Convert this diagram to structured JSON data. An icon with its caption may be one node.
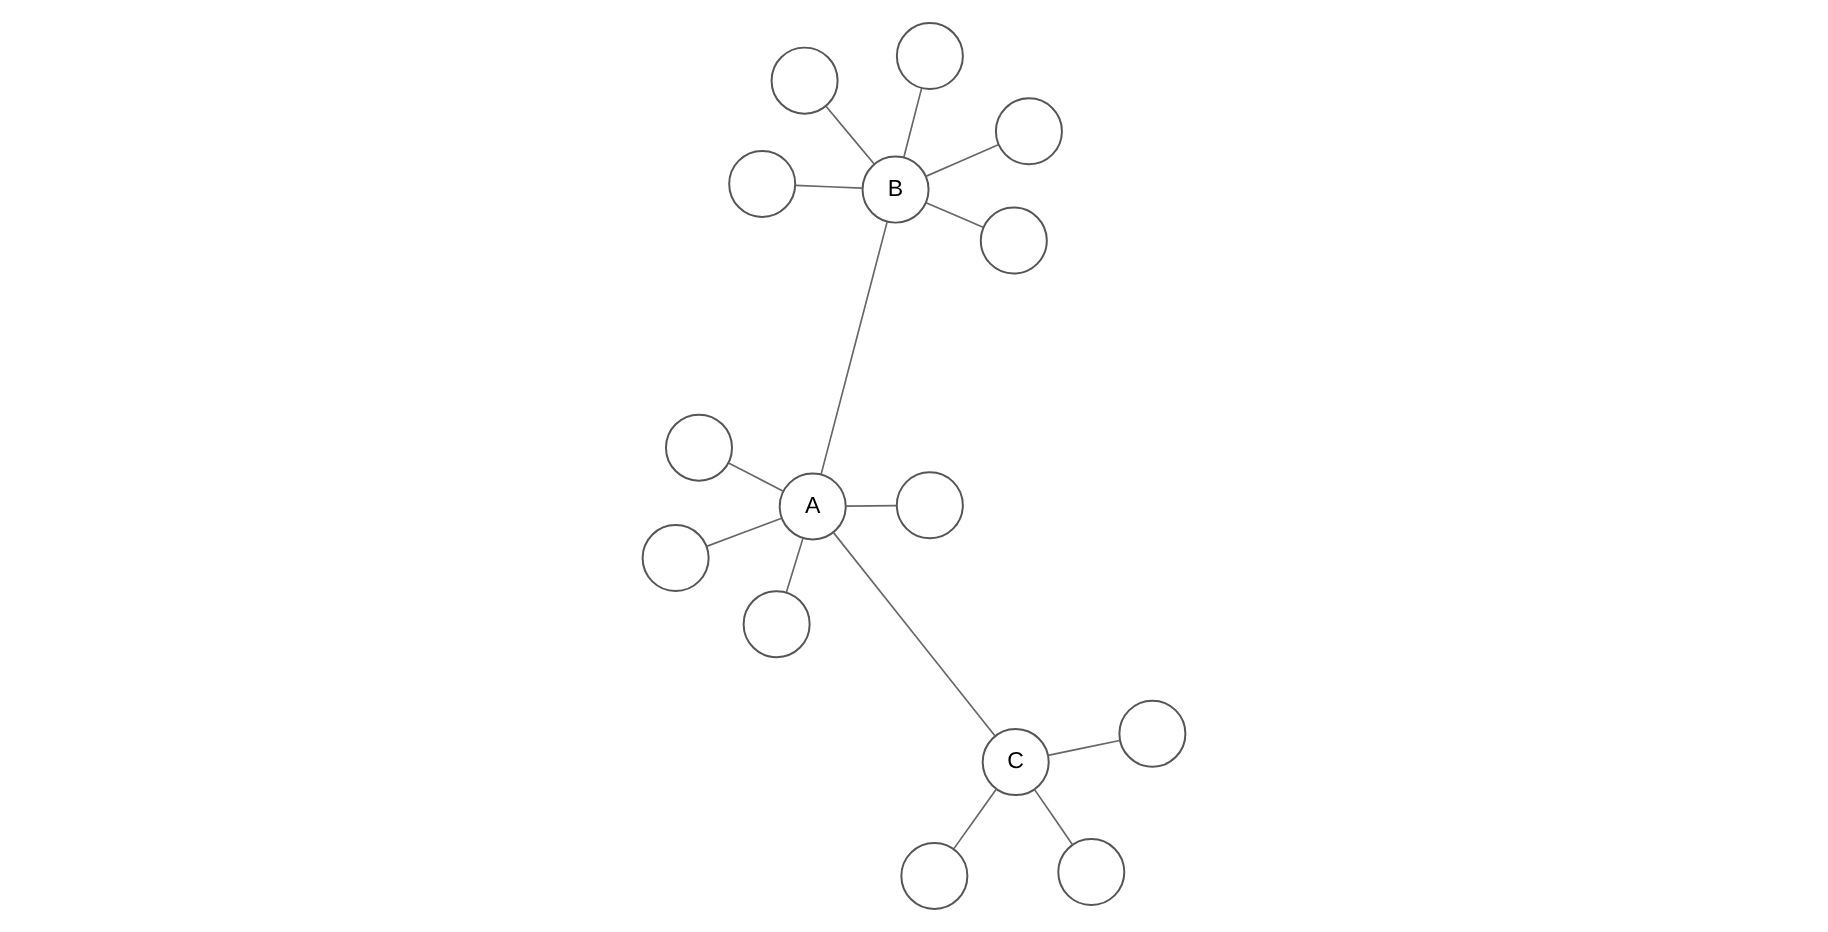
{
  "diagram": {
    "nodes": [
      {
        "text": [
          "A"
        ]
      },
      {
        "text": [
          "B"
        ]
      },
      {
        "text": [
          "C"
        ]
      },
      {
        "text": [],
        "shape": "circle"
      },
      {
        "text": [],
        "shape": "circle"
      },
      {
        "text": [],
        "shape": "circle"
      },
      {
        "text": [],
        "shape": "circle"
      },
      {
        "text": [],
        "shape": "circle"
      },
      {
        "text": [],
        "shape": "circle"
      },
      {
        "text": [],
        "shape": "circle"
      },
      {
        "text": [],
        "shape": "circle"
      },
      {
        "text": [],
        "shape": "circle"
      },
      {
        "text": [],
        "shape": "circle"
      },
      {
        "text": [],
        "shape": "circle"
      },
      {
        "text": [],
        "shape": "circle"
      }
    ],
    "edges": [
      {
        "from": 0,
        "to": 1,
        "arrow": "none"
      },
      {
        "from": 0,
        "to": 2,
        "arrow": "none"
      },
      {
        "from": 0,
        "to": 5,
        "arrow": "none"
      },
      {
        "from": 0,
        "to": 6,
        "arrow": "none"
      },
      {
        "from": 0,
        "to": 8,
        "arrow": "none"
      },
      {
        "from": 0,
        "to": 9,
        "arrow": "none"
      },
      {
        "from": 1,
        "to": 10,
        "arrow": "none"
      },
      {
        "from": 1,
        "to": 11,
        "arrow": "none"
      },
      {
        "from": 1,
        "to": 12,
        "arrow": "none"
      },
      {
        "from": 1,
        "to": 13,
        "arrow": "none"
      },
      {
        "from": 1,
        "to": 14,
        "arrow": "none"
      },
      {
        "from": 2,
        "to": 3,
        "arrow": "none"
      },
      {
        "from": 2,
        "to": 4,
        "arrow": "none"
      },
      {
        "from": 2,
        "to": 7,
        "arrow": "none"
      }
    ]
  }
}
